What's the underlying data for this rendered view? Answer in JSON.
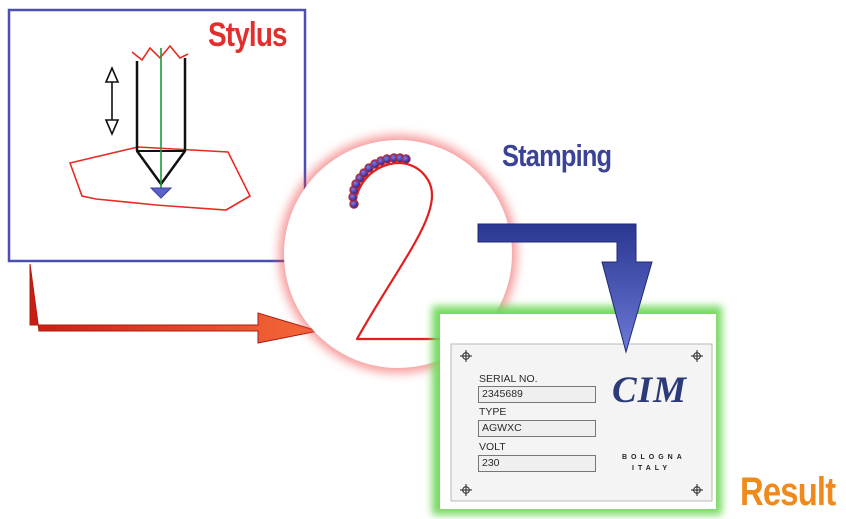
{
  "labels": {
    "stylus": "Stylus",
    "stamping": "Stamping",
    "result": "Result"
  },
  "plate": {
    "serial_label": "SERIAL NO.",
    "serial_value": "2345689",
    "type_label": "TYPE",
    "type_value": "AGWXC",
    "volt_label": "VOLT",
    "volt_value": "230",
    "logo": "CIM",
    "city": "BOLOGNA",
    "country": "ITALY"
  },
  "colors": {
    "stylus_frame": "#4b4fb0",
    "stylus_label": "#e0302e",
    "stamping_label": "#3b4397",
    "result_label": "#f08a1c",
    "result_glow": "#5fd04a",
    "red_arrow": "#e83a22",
    "blue_arrow": "#2f3d9a",
    "digit": "#e02020",
    "dots": "#3a2a9a"
  },
  "icons": {
    "plate_screws": "crosshair-icon",
    "stylus_motion": "double-arrow-icon"
  }
}
